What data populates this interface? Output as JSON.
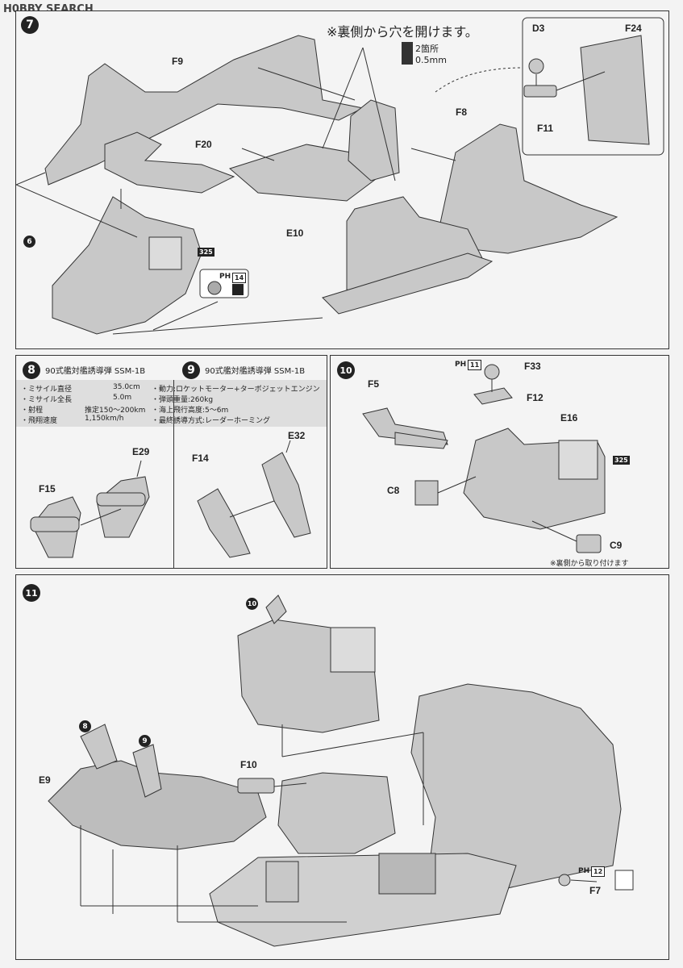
{
  "watermark": "H0BBY SEARCH",
  "step7": {
    "num": "7",
    "drill_note": "※裏側から穴を開けます。",
    "drill_count": "2箇所",
    "drill_size": "0.5mm",
    "parts": [
      "F9",
      "F20",
      "E10",
      "F8",
      "D3",
      "F24",
      "F11"
    ],
    "ref_step": "6",
    "color_code": "325",
    "ph_label": "PH",
    "ph_num": "14"
  },
  "step8": {
    "num": "8",
    "title": "90式艦対艦誘導弾 SSM-1B",
    "parts": [
      "E29",
      "F15"
    ]
  },
  "step9": {
    "num": "9",
    "title": "90式艦対艦誘導弾 SSM-1B",
    "parts": [
      "E32",
      "F14"
    ]
  },
  "specs_left": [
    {
      "label": "・ミサイル直径",
      "value": "35.0cm"
    },
    {
      "label": "・ミサイル全長",
      "value": "5.0m"
    },
    {
      "label": "・射程",
      "value": "推定150〜200km"
    },
    {
      "label": "・飛翔速度",
      "value": "1,150km/h"
    }
  ],
  "specs_right": [
    "・動力:ロケットモーター+ターボジェットエンジン",
    "・弾頭重量:260kg",
    "・海上飛行高度:5〜6m",
    "・最終誘導方式:レーダーホーミング"
  ],
  "step10": {
    "num": "10",
    "parts": [
      "F33",
      "F5",
      "F12",
      "E16",
      "C8",
      "C9"
    ],
    "ph_label": "PH",
    "ph_num": "11",
    "color_code": "325",
    "note": "※裏側から取り付けます"
  },
  "step11": {
    "num": "11",
    "ref_step10": "10",
    "ref_step8": "8",
    "ref_step9": "9",
    "parts": [
      "E9",
      "F10",
      "F7"
    ],
    "ph_label": "PH",
    "ph_num": "12"
  }
}
